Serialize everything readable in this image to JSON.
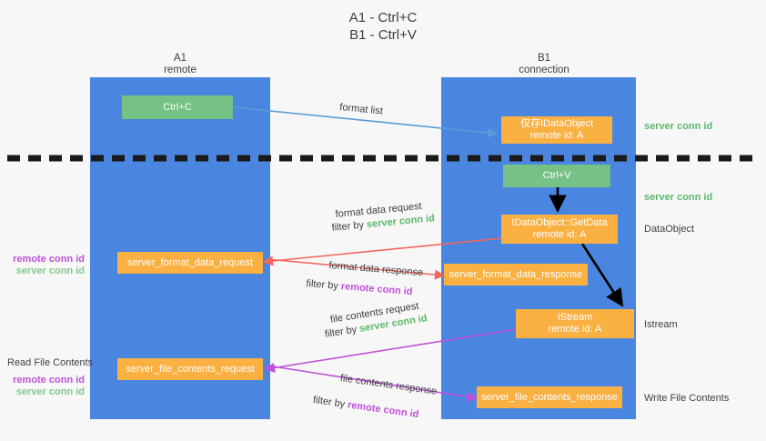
{
  "title": {
    "line1": "A1 - Ctrl+C",
    "line2": "B1 - Ctrl+V"
  },
  "colors": {
    "background": "#f7f7f7",
    "lane": "#4a86e0",
    "green_box": "#76c185",
    "orange_box": "#fbb042",
    "server_conn_id": "#5bb96a",
    "remote_conn_id": "#c050d8",
    "divider": "#1a1a1a",
    "arrow_blue": "#5b9bd5",
    "arrow_red": "#f4665c",
    "arrow_magenta": "#c050d8",
    "arrow_black": "#000000"
  },
  "lanes": [
    {
      "name": "A1",
      "sub": "remote"
    },
    {
      "name": "B1",
      "sub": "connection"
    }
  ],
  "boxes": {
    "ctrl_c": {
      "line1": "Ctrl+C"
    },
    "ctrl_v": {
      "line1": "Ctrl+V"
    },
    "idataobject_top": {
      "line1": "仅存IDataObject",
      "line2": "remote id: A"
    },
    "getdata": {
      "line1": "IDataObject::GetData",
      "line2": "remote id: A"
    },
    "istream": {
      "line1": "IStream",
      "line2": "remote id: A"
    },
    "server_format_data_request": {
      "line1": "server_format_data_request"
    },
    "server_format_data_response": {
      "line1": "server_format_data_response"
    },
    "server_file_contents_request": {
      "line1": "server_file_contents_request"
    },
    "server_file_contents_response": {
      "line1": "server_file_contents_response"
    }
  },
  "edge_labels": {
    "format_list": "format list",
    "format_data_request": "format data request",
    "format_data_response": "format data response",
    "file_contents_request": "file contents request",
    "file_contents_response": "file contents response"
  },
  "filters": {
    "prefix": "filter by ",
    "server_conn_id": "server conn id",
    "remote_conn_id": "remote conn id"
  },
  "right_labels": {
    "server_conn_id_top": "server conn id",
    "server_conn_id_mid": "server conn id",
    "dataobject": "DataObject",
    "istream": "Istream",
    "write_file_contents": "Write File Contents"
  },
  "left_labels": {
    "remote_conn_id_1": "remote conn id",
    "server_conn_id_1": "server conn id",
    "read_file_contents": "Read File Contents",
    "remote_conn_id_2": "remote conn id",
    "server_conn_id_2": "server conn id"
  }
}
